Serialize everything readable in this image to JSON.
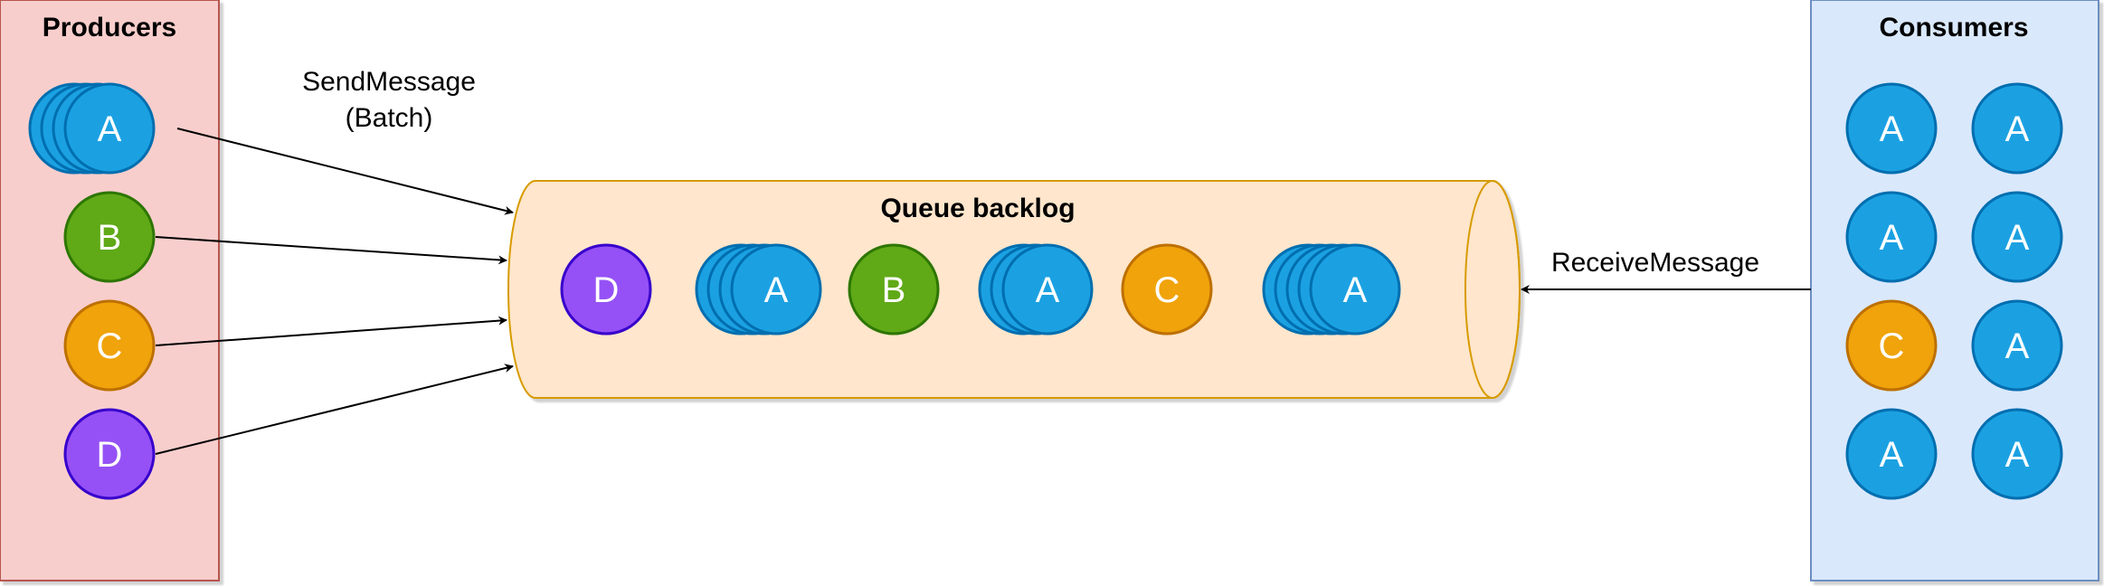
{
  "producers": {
    "title": "Producers",
    "nodes": [
      {
        "label": "A",
        "color": "#1ba1e2",
        "stack": 4
      },
      {
        "label": "B",
        "color": "#60a917",
        "stack": 1
      },
      {
        "label": "C",
        "color": "#f0a30a",
        "stack": 1
      },
      {
        "label": "D",
        "color": "#9551f5",
        "stack": 1
      }
    ]
  },
  "queue": {
    "title": "Queue backlog",
    "items": [
      {
        "label": "D",
        "color": "#9551f5",
        "stack": 1
      },
      {
        "label": "A",
        "color": "#1ba1e2",
        "stack": 4
      },
      {
        "label": "B",
        "color": "#60a917",
        "stack": 1
      },
      {
        "label": "A",
        "color": "#1ba1e2",
        "stack": 3
      },
      {
        "label": "C",
        "color": "#f0a30a",
        "stack": 1
      },
      {
        "label": "A",
        "color": "#1ba1e2",
        "stack": 5
      }
    ]
  },
  "consumers": {
    "title": "Consumers",
    "nodes": [
      {
        "label": "A",
        "color": "#1ba1e2"
      },
      {
        "label": "A",
        "color": "#1ba1e2"
      },
      {
        "label": "A",
        "color": "#1ba1e2"
      },
      {
        "label": "A",
        "color": "#1ba1e2"
      },
      {
        "label": "C",
        "color": "#f0a30a"
      },
      {
        "label": "A",
        "color": "#1ba1e2"
      },
      {
        "label": "A",
        "color": "#1ba1e2"
      },
      {
        "label": "A",
        "color": "#1ba1e2"
      }
    ]
  },
  "edges": {
    "send_label_line1": "SendMessage",
    "send_label_line2": "(Batch)",
    "receive_label": "ReceiveMessage"
  },
  "colors": {
    "producers_fill": "#f8cecc",
    "producers_stroke": "#b85450",
    "consumers_fill": "#dae8fc",
    "consumers_stroke": "#6c8ebf",
    "queue_fill": "#ffe6cc",
    "queue_stroke": "#d79b00"
  }
}
